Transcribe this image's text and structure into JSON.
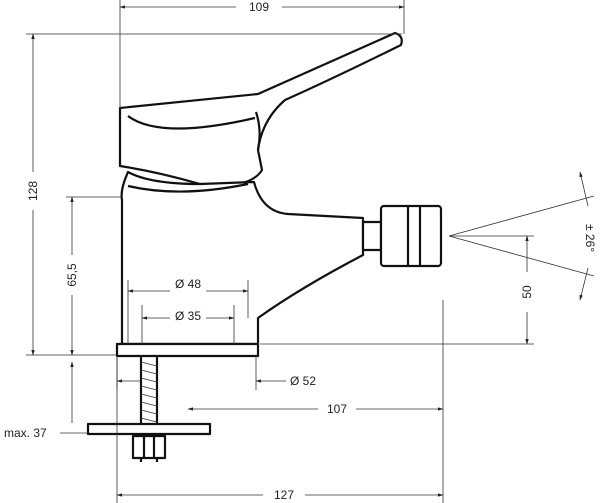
{
  "dimensions": {
    "top_width": "109",
    "total_height": "128",
    "body_height": "65,5",
    "diameter_48": "Ø 48",
    "diameter_35": "Ø 35",
    "spout_height": "50",
    "spray_angle": "± 26°",
    "diameter_52": "Ø 52",
    "reach": "107",
    "max_counter": "max. 37",
    "bottom_width": "127"
  }
}
